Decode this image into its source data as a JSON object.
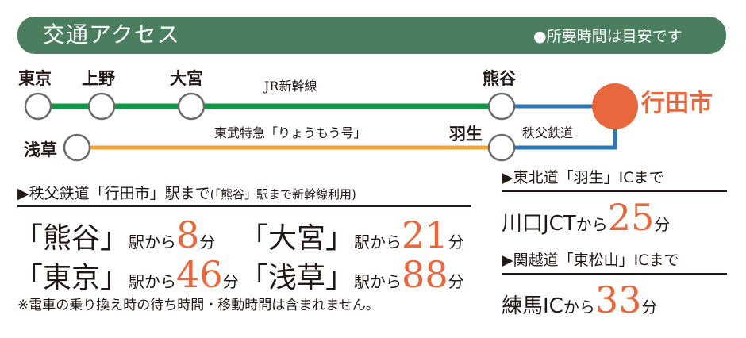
{
  "header": {
    "title": "交通アクセス",
    "note": "●所要時間は目安です"
  },
  "route_map": {
    "stations": {
      "tokyo": "東京",
      "ueno": "上野",
      "omiya": "大宮",
      "kumagaya": "熊谷",
      "asakusa": "浅草",
      "hanyu": "羽生",
      "gyodashi": "行田市"
    },
    "lines": {
      "shinkansen": "JR新幹線",
      "tobu": "東武特急「りょうもう号」",
      "chichibu": "秩父鉄道"
    },
    "colors": {
      "shinkansen": "#0f9a48",
      "tobu": "#f0a332",
      "chichibu": "#2a78b8",
      "destination": "#e8673c"
    }
  },
  "train_section": {
    "heading": "▶秩父鉄道「行田市」駅まで",
    "heading_note": "(「熊谷」駅まで新幹線利用)",
    "routes": [
      {
        "open": "「",
        "station": "熊谷",
        "close": "」",
        "from": "駅から",
        "minutes": "8",
        "unit": "分"
      },
      {
        "open": "「",
        "station": "大宮",
        "close": "」",
        "from": "駅から",
        "minutes": "21",
        "unit": "分"
      },
      {
        "open": "「",
        "station": "東京",
        "close": "」",
        "from": "駅から",
        "minutes": "46",
        "unit": "分"
      },
      {
        "open": "「",
        "station": "浅草",
        "close": "」",
        "from": "駅から",
        "minutes": "88",
        "unit": "分"
      }
    ],
    "footnote": "※電車の乗り換え時の待ち時間・移動時間は含まれません。"
  },
  "road_section": {
    "routes": [
      {
        "heading": "▶東北道「羽生」ICまで",
        "origin": "川口JCT",
        "from": "から",
        "minutes": "25",
        "unit": "分"
      },
      {
        "heading": "▶関越道「東松山」ICまで",
        "origin": "練馬IC",
        "from": "から",
        "minutes": "33",
        "unit": "分"
      }
    ]
  }
}
